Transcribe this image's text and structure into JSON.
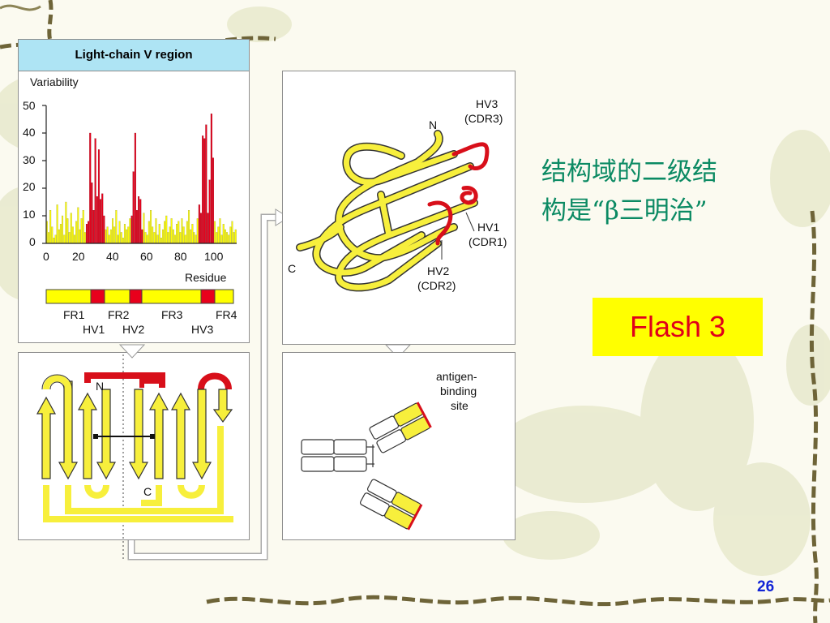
{
  "slide": {
    "chinese_text_line1": "结构域的二级结",
    "chinese_text_line2": "构是“β三明治”",
    "flash_label": "Flash 3",
    "page_number": "26"
  },
  "figure": {
    "chart_title": "Light-chain V region",
    "y_axis_label": "Variability",
    "x_axis_label": "Residue",
    "y_ticks": [
      "50",
      "40",
      "30",
      "20",
      "10",
      "0"
    ],
    "x_ticks": [
      "0",
      "20",
      "40",
      "60",
      "80",
      "100"
    ],
    "fr_labels": [
      "FR1",
      "FR2",
      "FR3",
      "FR4"
    ],
    "hv_labels": [
      "HV1",
      "HV2",
      "HV3"
    ],
    "strand_n_label": "N",
    "strand_c_label": "C",
    "struct_n_label": "N",
    "struct_c_label": "C",
    "hv3_label": "HV3",
    "cdr3_label": "(CDR3)",
    "hv1_label": "HV1",
    "cdr1_label": "(CDR1)",
    "hv2_label": "HV2",
    "cdr2_label": "(CDR2)",
    "antigen_label_1": "antigen-",
    "antigen_label_2": "binding",
    "antigen_label_3": "site"
  },
  "chart_data": {
    "type": "bar",
    "title": "Light-chain V region",
    "xlabel": "Residue",
    "ylabel": "Variability",
    "xlim": [
      0,
      110
    ],
    "ylim": [
      0,
      50
    ],
    "hypervariable_ranges": [
      [
        24,
        34
      ],
      [
        50,
        56
      ],
      [
        89,
        97
      ]
    ],
    "residues": [
      1,
      2,
      3,
      4,
      5,
      6,
      7,
      8,
      9,
      10,
      11,
      12,
      13,
      14,
      15,
      16,
      17,
      18,
      19,
      20,
      21,
      22,
      23,
      24,
      25,
      26,
      27,
      28,
      29,
      30,
      31,
      32,
      33,
      34,
      35,
      36,
      37,
      38,
      39,
      40,
      41,
      42,
      43,
      44,
      45,
      46,
      47,
      48,
      49,
      50,
      51,
      52,
      53,
      54,
      55,
      56,
      57,
      58,
      59,
      60,
      61,
      62,
      63,
      64,
      65,
      66,
      67,
      68,
      69,
      70,
      71,
      72,
      73,
      74,
      75,
      76,
      77,
      78,
      79,
      80,
      81,
      82,
      83,
      84,
      85,
      86,
      87,
      88,
      89,
      90,
      91,
      92,
      93,
      94,
      95,
      96,
      97,
      98,
      99,
      100,
      101,
      102,
      103,
      104,
      105,
      106,
      107,
      108,
      109,
      110
    ],
    "values": [
      8,
      4,
      12,
      6,
      2,
      3,
      14,
      5,
      7,
      10,
      3,
      15,
      9,
      4,
      11,
      6,
      3,
      8,
      13,
      5,
      9,
      12,
      4,
      7,
      8,
      40,
      22,
      12,
      38,
      17,
      34,
      16,
      18,
      10,
      5,
      6,
      3,
      5,
      9,
      6,
      12,
      3,
      8,
      4,
      2,
      7,
      5,
      6,
      9,
      10,
      26,
      40,
      12,
      17,
      16,
      5,
      11,
      4,
      3,
      8,
      12,
      6,
      4,
      9,
      3,
      7,
      2,
      5,
      8,
      10,
      4,
      6,
      9,
      5,
      3,
      7,
      8,
      4,
      9,
      6,
      3,
      8,
      12,
      5,
      7,
      4,
      3,
      9,
      14,
      11,
      39,
      38,
      43,
      11,
      23,
      47,
      31,
      8,
      4,
      6,
      9,
      3,
      7,
      5,
      4,
      3,
      6,
      8,
      4,
      5
    ]
  },
  "colors": {
    "cn_text": "#0b8a63",
    "flash_bg": "#ffff00",
    "flash_text": "#e0001a",
    "bar_fr": "#ffff00",
    "bar_hv": "#e8001c",
    "strand": "#f7ef3c",
    "loop": "#d80f1a",
    "page_number": "#1224d6"
  }
}
